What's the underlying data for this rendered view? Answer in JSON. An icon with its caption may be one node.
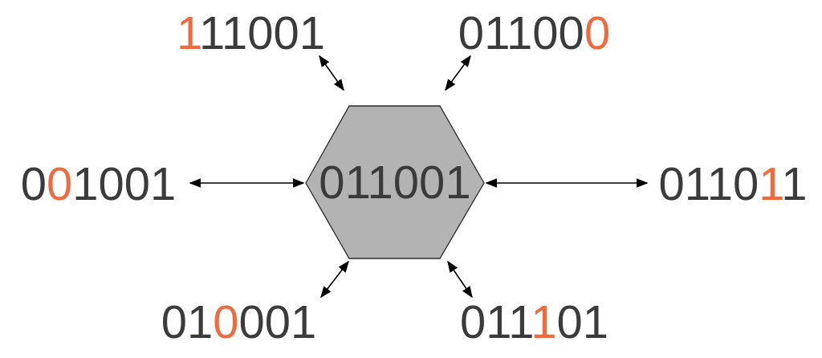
{
  "diagram": {
    "nodes": [
      {
        "text": [
          "111001"
        ]
      },
      {
        "text": [
          "011000"
        ]
      },
      {
        "text": [
          "001001"
        ]
      },
      {
        "text": [
          "011001"
        ]
      },
      {
        "text": [
          "011011"
        ]
      },
      {
        "text": [
          "010001"
        ]
      },
      {
        "text": [
          "011101"
        ]
      }
    ],
    "edges": [
      {
        "from": 3,
        "to": 0,
        "arrow": "both"
      },
      {
        "from": 3,
        "to": 1,
        "arrow": "both"
      },
      {
        "from": 3,
        "to": 2,
        "arrow": "both"
      },
      {
        "from": 3,
        "to": 4,
        "arrow": "both"
      },
      {
        "from": 3,
        "to": 5,
        "arrow": "both"
      },
      {
        "from": 3,
        "to": 6,
        "arrow": "both"
      }
    ]
  }
}
